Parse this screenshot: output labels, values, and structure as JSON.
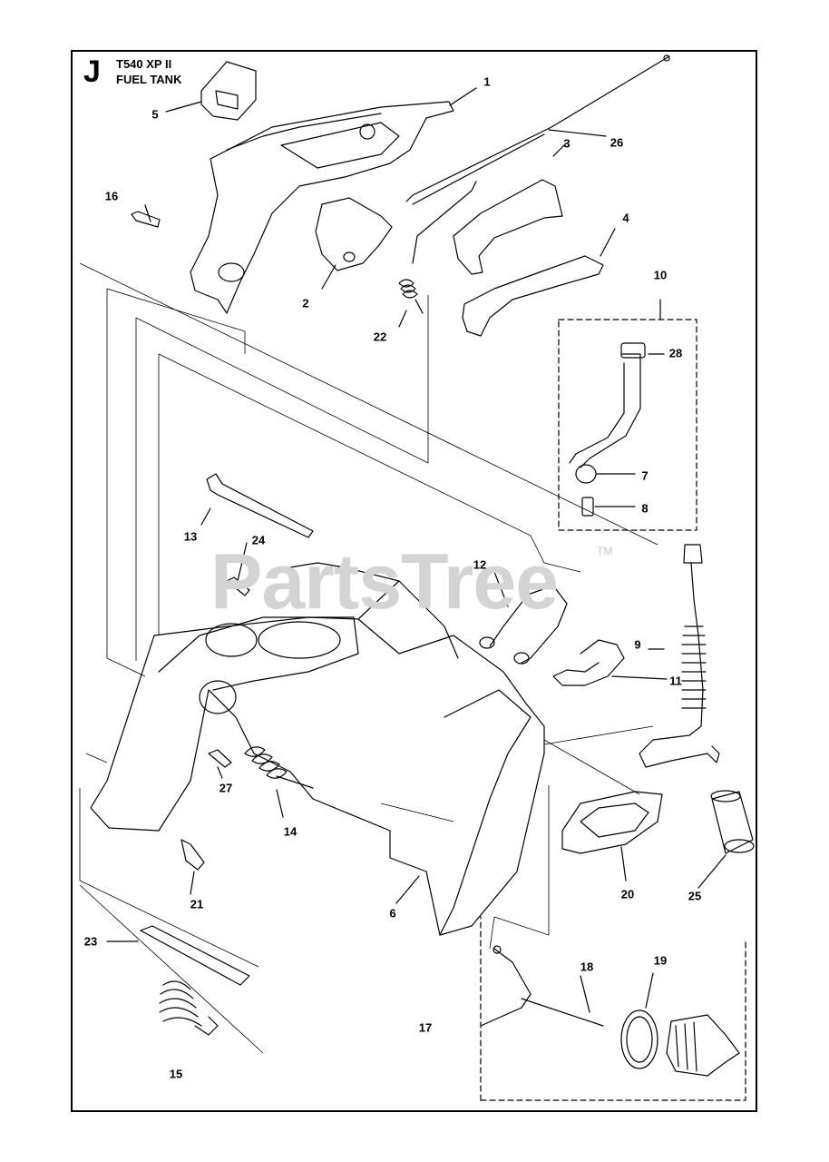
{
  "header": {
    "section_letter": "J",
    "model": "T540 XP II",
    "title": "FUEL TANK"
  },
  "watermark": {
    "text": "PartsTree",
    "tm": "TM"
  },
  "callouts": [
    {
      "label": "1"
    },
    {
      "label": "2"
    },
    {
      "label": "3"
    },
    {
      "label": "4"
    },
    {
      "label": "5"
    },
    {
      "label": "6"
    },
    {
      "label": "7"
    },
    {
      "label": "8"
    },
    {
      "label": "9"
    },
    {
      "label": "10"
    },
    {
      "label": "11"
    },
    {
      "label": "12"
    },
    {
      "label": "13"
    },
    {
      "label": "14"
    },
    {
      "label": "15"
    },
    {
      "label": "16"
    },
    {
      "label": "17"
    },
    {
      "label": "18"
    },
    {
      "label": "19"
    },
    {
      "label": "20"
    },
    {
      "label": "21"
    },
    {
      "label": "22"
    },
    {
      "label": "23"
    },
    {
      "label": "24"
    },
    {
      "label": "25"
    },
    {
      "label": "26"
    },
    {
      "label": "27"
    },
    {
      "label": "28"
    }
  ]
}
